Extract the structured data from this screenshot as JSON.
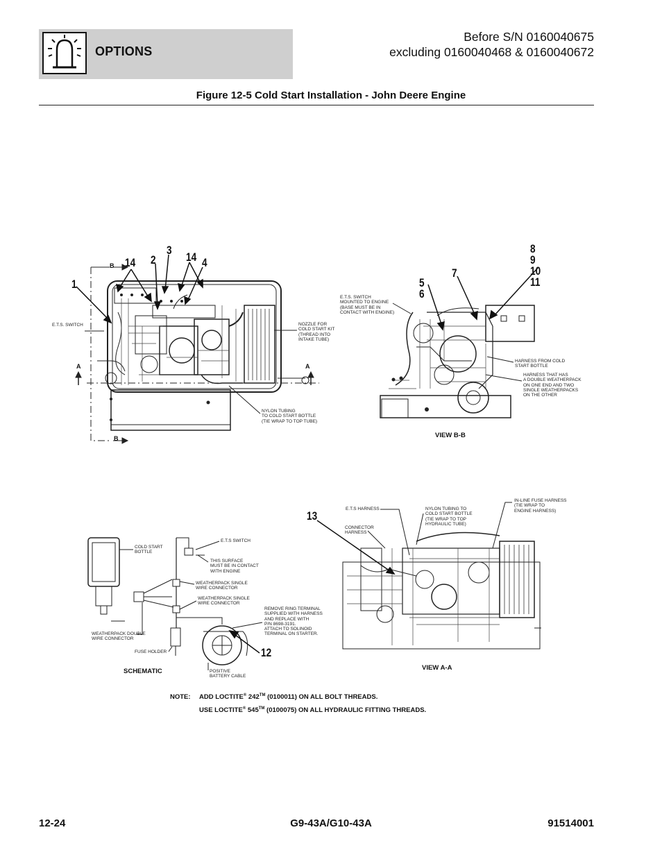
{
  "header": {
    "section_title": "OPTIONS",
    "serial_line1": "Before S/N 0160040675",
    "serial_line2": "excluding 0160040468 & 0160040672"
  },
  "figure": {
    "title": "Figure 12-5 Cold Start Installation - John Deere Engine",
    "callouts": {
      "c1": "1",
      "c14a": "14",
      "c2": "2",
      "c3": "3",
      "c14b": "14",
      "c4": "4",
      "c56": "5\n6",
      "c7": "7",
      "c891011": "8\n9\n10\n11",
      "c13": "13",
      "c12": "12"
    },
    "sections": {
      "b_top": "B",
      "b_bottom": "B",
      "a_left": "A",
      "a_right": "A"
    },
    "labels": {
      "ets_switch_main": "E.T.S. SWITCH",
      "nozzle": "NOZZLE FOR\nCOLD START KIT\n(THREAD INTO\nINTAKE TUBE)",
      "nylon_main": "NYLON TUBING\nTO COLD START BOTTLE\n(TIE WRAP TO TOP TUBE)",
      "ets_bb": "E.T.S. SWITCH\nMOUNTED TO ENGINE\n(BASE MUST BE IN\nCONTACT WITH ENGINE)",
      "harness_cold": "HARNESS FROM COLD\nSTART BOTTLE",
      "harness_double": "HARNESS THAT HAS\nA DOUBLE WEATHERPACK\nON ONE END AND TWO\nSINGLE WEATHERPACKS\nON THE OTHER",
      "ets_harness": "E.T.S HARNESS",
      "nylon_aa": "NYLON TUBING TO\nCOLD START BOTTLE\n(TIE WRAP TO TOP\nHYDRAULIC TUBE)",
      "inline_fuse": "IN-LINE FUSE HARNESS\n(TIE WRAP TO\nENGINE HARNESS)",
      "connector_harness": "CONNECTOR\nHARNESS",
      "cold_start_bottle": "COLD START\nBOTTLE",
      "ets_schem": "E.T.S SWITCH",
      "surface": "THIS SURFACE\nMUST BE IN CONTACT\nWITH ENGINE",
      "wp_single1": "WEATHERPACK SINGLE\nWIRE CONNECTOR",
      "wp_single2": "WEATHERPACK SINGLE\nWIRE CONNECTOR",
      "remove_ring": "REMOVE RING TERMINAL\nSUPPLIED WITH HARNESS\nAND REPLACE WITH\nP/N 8698-3191.\nATTACH TO SOLINOID\nTERMINAL ON STARTER.",
      "wp_double": "WEATHERPACK DOUBLE\nWIRE CONNECTOR",
      "fuse_holder": "FUSE HOLDER",
      "positive_cable": "POSITIVE\nBATTERY CABLE"
    },
    "views": {
      "bb": "VIEW B-B",
      "aa": "VIEW A-A",
      "schematic": "SCHEMATIC"
    }
  },
  "note": {
    "label": "NOTE:",
    "line1_pre": "ADD LOCTITE",
    "line1_reg": "®",
    "line1_num": " 242",
    "line1_tm": "TM",
    "line1_post": " (0100011) ON ALL BOLT THREADS.",
    "line2_pre": "USE LOCTITE",
    "line2_reg": "®",
    "line2_num": " 545",
    "line2_tm": "TM",
    "line2_post": " (0100075) ON ALL HYDRAULIC FITTING THREADS."
  },
  "footer": {
    "page": "12-24",
    "model": "G9-43A/G10-43A",
    "doc_number": "91514001"
  }
}
